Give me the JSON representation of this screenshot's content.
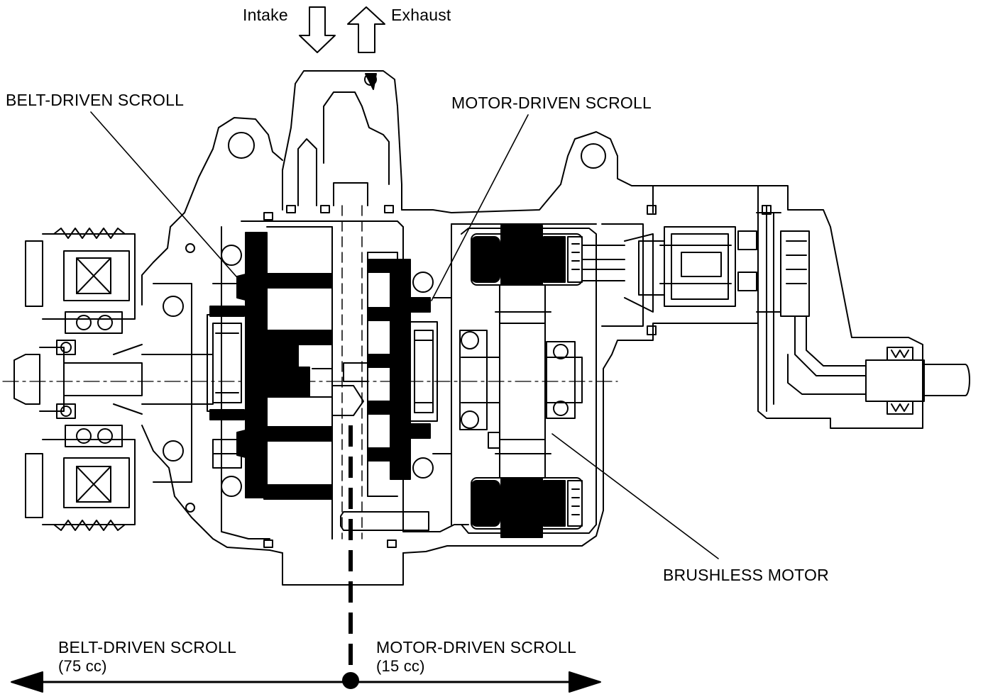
{
  "flow": {
    "intake_label": "Intake",
    "exhaust_label": "Exhaust"
  },
  "callouts": {
    "belt_driven_scroll": "BELT-DRIVEN SCROLL",
    "motor_driven_scroll": "MOTOR-DRIVEN SCROLL",
    "brushless_motor": "BRUSHLESS MOTOR"
  },
  "capacity_scale": {
    "left": {
      "name": "BELT-DRIVEN SCROLL",
      "volume": "(75 cc)"
    },
    "right": {
      "name": "MOTOR-DRIVEN SCROLL",
      "volume": "(15 cc)"
    }
  },
  "colors": {
    "ink": "#000000",
    "paper": "#ffffff"
  }
}
